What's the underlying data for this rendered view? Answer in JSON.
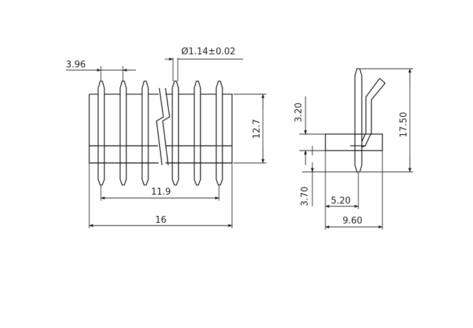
{
  "dimensions": {
    "pitch": "3.96",
    "pin_diameter": "Ø1.14±0.02",
    "housing_height": "12.7",
    "pin_span": "11.9",
    "overall_length": "16",
    "upper_offset": "3.20",
    "lower_offset": "3.70",
    "total_height": "17.50",
    "housing_depth": "5.20",
    "total_depth": "9.60"
  },
  "colors": {
    "line": "#1a1a1a",
    "background": "#ffffff"
  }
}
